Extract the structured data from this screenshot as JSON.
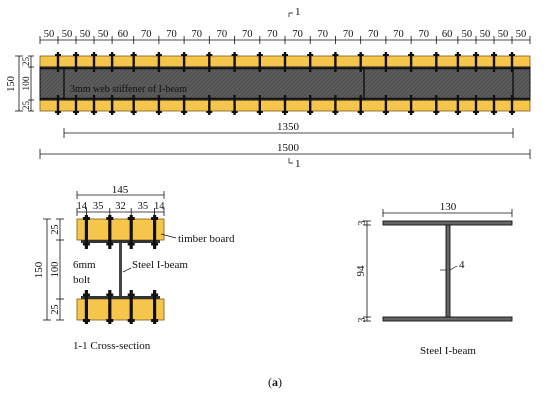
{
  "figure": {
    "panel_label": "(a)",
    "panel_letter": "a",
    "section_mark": "1",
    "colors": {
      "timber": "#f6c64c",
      "steel": "#5a5a5a",
      "ink": "#111111"
    }
  },
  "elevation": {
    "top_spacings": [
      "50",
      "50",
      "50",
      "50",
      "60",
      "70",
      "70",
      "70",
      "70",
      "70",
      "70",
      "70",
      "70",
      "70",
      "70",
      "70",
      "70",
      "60",
      "50",
      "50",
      "50",
      "50"
    ],
    "left_dims": [
      "150",
      "25",
      "100",
      "25"
    ],
    "stiffener_label": "3mm web stiffener of I-beam",
    "span_dim": "1350",
    "total_dim": "1500"
  },
  "cross_section": {
    "total_width": "145",
    "bolt_spacings": [
      "14",
      "35",
      "32",
      "35",
      "14"
    ],
    "left_dims": [
      "150",
      "25",
      "100",
      "25"
    ],
    "timber_label": "timber board",
    "bolt_label": "6mm bolt",
    "bolt_label_line1": "6mm",
    "bolt_label_line2": "bolt",
    "beam_label": "Steel I-beam",
    "caption": "1-1 Cross-section"
  },
  "ibeam": {
    "width_dim": "130",
    "web_height_dim": "94",
    "top_flange_dim": "3",
    "bottom_flange_dim": "3",
    "web_thickness_dim": "4",
    "caption": "Steel I-beam"
  }
}
